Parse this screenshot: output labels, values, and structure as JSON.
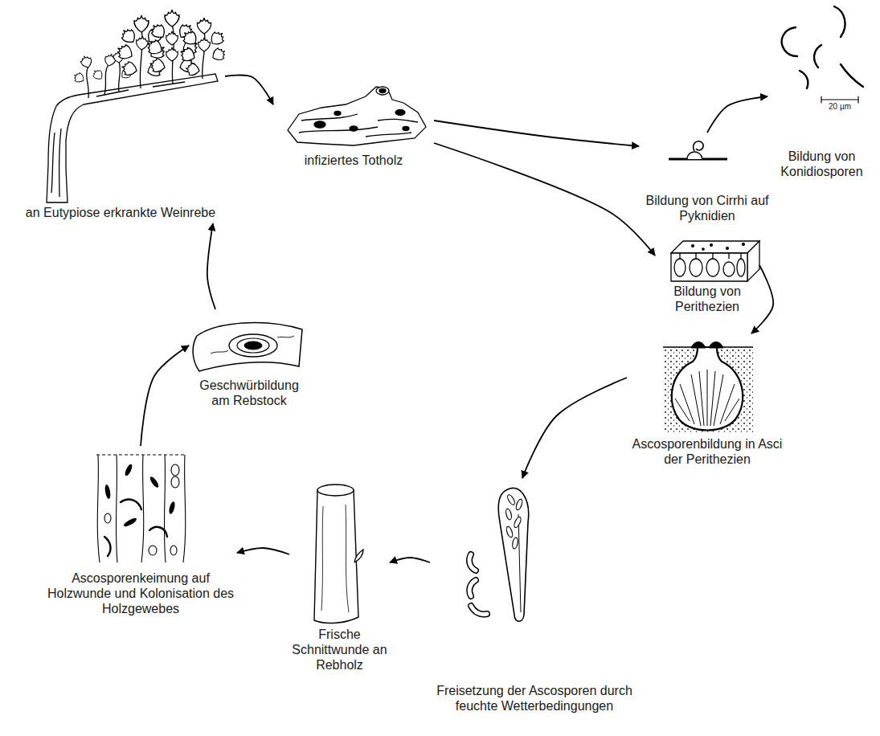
{
  "diagram": {
    "nodes": [
      {
        "text": [
          "an Eutypiose erkrankte Weinrebe"
        ]
      },
      {
        "text": [
          "infiziertes Totholz"
        ]
      },
      {
        "text": [
          "Bildung von Cirrhi auf Pyknidien"
        ]
      },
      {
        "text": [
          "Bildung von Konidiosporen"
        ]
      },
      {
        "text": [
          "Bildung von Perithezien"
        ]
      },
      {
        "text": [
          "Ascosporenbildung in Asci der Perithezien"
        ]
      },
      {
        "text": [
          "Freisetzung der Ascosporen durch feuchte Wetterbedingungen"
        ]
      },
      {
        "text": [
          "Frische Schnittwunde an Rebholz"
        ]
      },
      {
        "text": [
          "Ascosporenkeimung auf Holzwunde und Kolonisation des Holzgewebes"
        ]
      },
      {
        "text": [
          "Geschwürbildung am Rebstock"
        ]
      }
    ],
    "edges": [
      {
        "from": 0,
        "to": 1,
        "arrow": "to"
      },
      {
        "from": 1,
        "to": 2,
        "arrow": "to"
      },
      {
        "from": 2,
        "to": 3,
        "arrow": "to"
      },
      {
        "from": 1,
        "to": 4,
        "arrow": "to"
      },
      {
        "from": 4,
        "to": 5,
        "arrow": "to"
      },
      {
        "from": 5,
        "to": 6,
        "arrow": "to"
      },
      {
        "from": 6,
        "to": 7,
        "arrow": "to"
      },
      {
        "from": 7,
        "to": 8,
        "arrow": "to"
      },
      {
        "from": 8,
        "to": 9,
        "arrow": "to"
      },
      {
        "from": 9,
        "to": 0,
        "arrow": "to"
      }
    ],
    "labels": [
      "20 µm"
    ]
  }
}
